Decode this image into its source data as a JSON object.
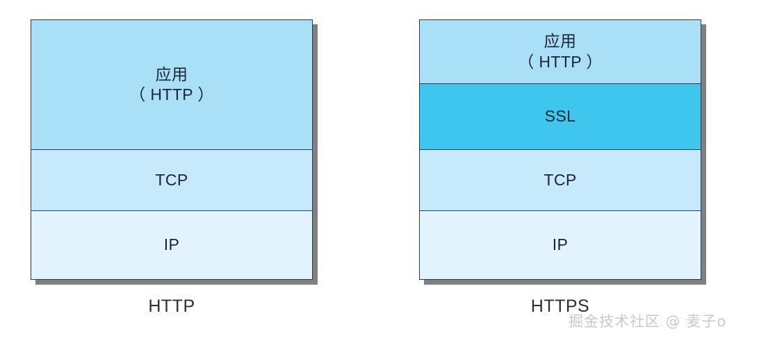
{
  "figure": {
    "background_color": "#ffffff",
    "type": "protocol-stack-comparison"
  },
  "diagrams": [
    {
      "id": "http-stack",
      "caption": "HTTP",
      "layers": [
        {
          "id": "application",
          "lines": [
            "应用",
            "（ HTTP ）"
          ],
          "color": "#a9e0f8"
        },
        {
          "id": "tcp",
          "lines": [
            "TCP"
          ],
          "color": "#c6e9fb"
        },
        {
          "id": "ip",
          "lines": [
            "IP"
          ],
          "color": "#e2f3fd"
        }
      ]
    },
    {
      "id": "https-stack",
      "caption": "HTTPS",
      "layers": [
        {
          "id": "application",
          "lines": [
            "应用",
            "（ HTTP ）"
          ],
          "color": "#a9e0f8"
        },
        {
          "id": "ssl",
          "lines": [
            "SSL"
          ],
          "color": "#3fc6ef"
        },
        {
          "id": "tcp",
          "lines": [
            "TCP"
          ],
          "color": "#c6e9fb"
        },
        {
          "id": "ip",
          "lines": [
            "IP"
          ],
          "color": "#e2f3fd"
        }
      ]
    }
  ],
  "watermark": {
    "text": "掘金技术社区 @ 麦子o",
    "color": "#c9c9c9"
  }
}
